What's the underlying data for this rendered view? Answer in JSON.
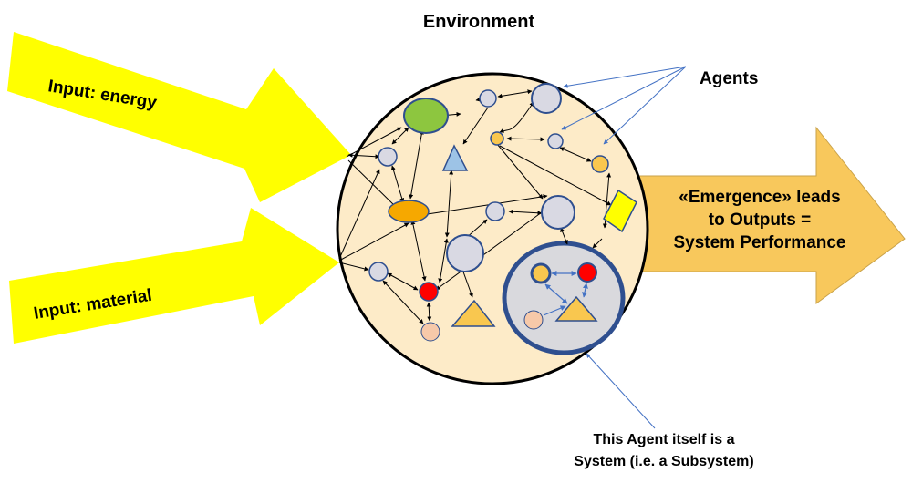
{
  "title": "Environment",
  "agents_label": "Agents",
  "inputs": {
    "energy": "Input: energy",
    "material": "Input: material"
  },
  "output": {
    "line1": "«Emergence» leads",
    "line2": "to Outputs =",
    "line3": "System Performance"
  },
  "subsystem_note": {
    "line1": "This Agent itself is a",
    "line2": "System (i.e. a Subsystem)"
  },
  "colors": {
    "input_arrow": "#ffff00",
    "output_arrow": "#f8c85c",
    "environment_fill": "#fdebc8",
    "agent_grey": "#d9d9e3",
    "agent_blue_border": "#2f4f8f",
    "agent_green": "#8dc63f",
    "agent_orange": "#f6a800",
    "agent_red": "#ff0000",
    "agent_gold": "#f9c74f",
    "agent_peach": "#f7c9a9",
    "triangle_blue": "#9dc3e6",
    "triangle_gold": "#f9c74f",
    "pointer_line": "#4472c4"
  }
}
